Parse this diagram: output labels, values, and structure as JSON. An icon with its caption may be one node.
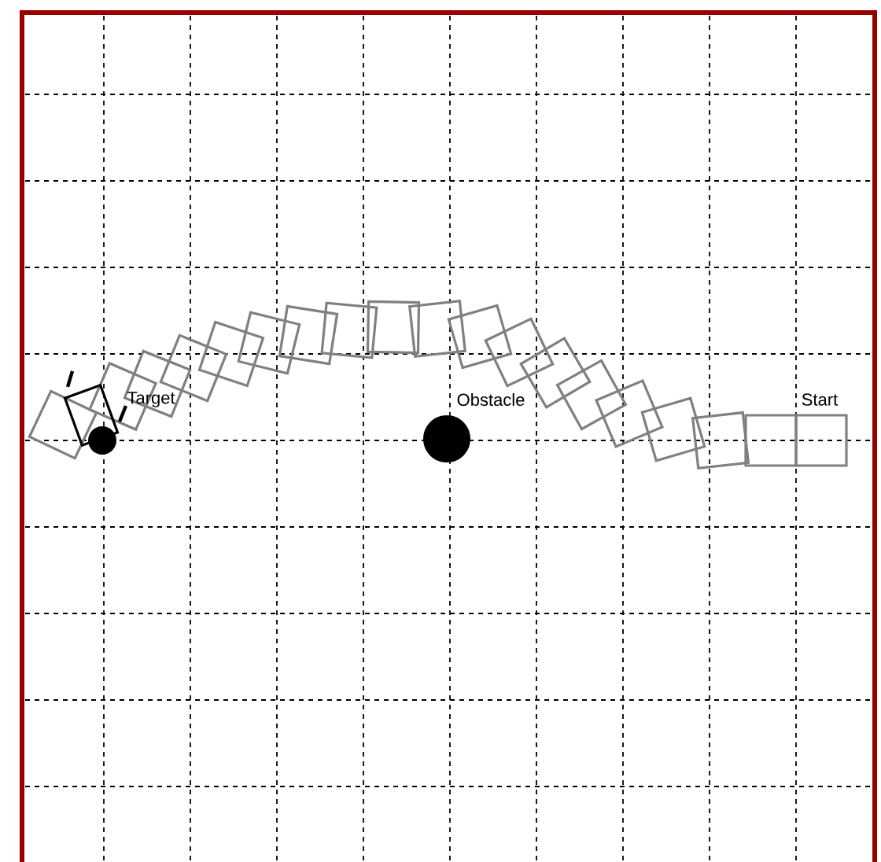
{
  "diagram": {
    "labels": [
      "Target",
      "Obstacle",
      "Start"
    ]
  }
}
